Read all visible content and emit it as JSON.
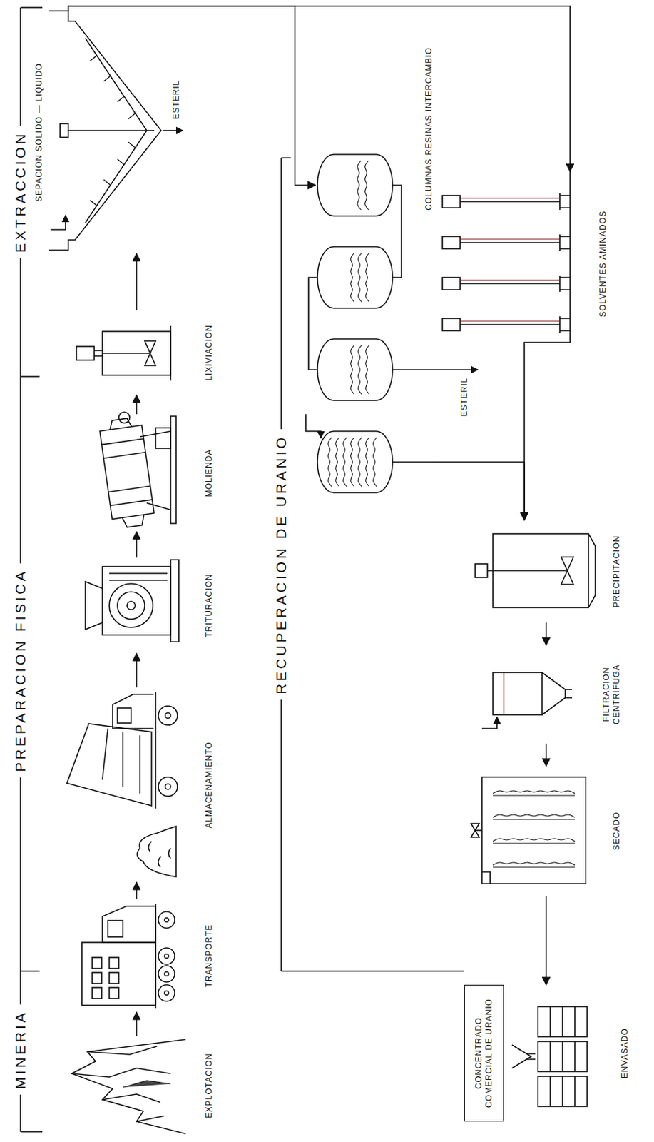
{
  "diagram": {
    "nodes": [
      {
        "text": [
          "EXPLOTACION"
        ]
      },
      {
        "text": [
          "TRANSPORTE"
        ]
      },
      {
        "text": [
          "ALMACENAMIENTO"
        ]
      },
      {
        "text": [
          "TRITURACION"
        ]
      },
      {
        "text": [
          "MOLIENDA"
        ]
      },
      {
        "text": [
          "LIXIVIACION"
        ]
      },
      {
        "text": [
          "SEPACION SOLIDO — LIQUIDO"
        ]
      },
      {
        "text": [
          "COLUMNAS RESINAS INTERCAMBIO"
        ]
      },
      {
        "text": [
          "SOLVENTES AMINADOS"
        ]
      },
      {
        "text": [
          "PRECIPITACION"
        ]
      },
      {
        "text": [
          "FILTRACION CENTRIFUGA"
        ]
      },
      {
        "text": [
          "SECADO"
        ]
      },
      {
        "text": [
          "CONCENTRADO COMERCIAL DE URANIO"
        ]
      },
      {
        "text": [
          "ENVASADO"
        ]
      }
    ],
    "edges": [
      {
        "from": 0,
        "to": 1,
        "arrow": "to"
      },
      {
        "from": 1,
        "to": 2,
        "arrow": "to"
      },
      {
        "from": 2,
        "to": 3,
        "arrow": "to"
      },
      {
        "from": 3,
        "to": 4,
        "arrow": "to"
      },
      {
        "from": 4,
        "to": 5,
        "arrow": "to"
      },
      {
        "from": 5,
        "to": 6,
        "arrow": "to"
      },
      {
        "from": 6,
        "to": 7,
        "arrow": "to"
      },
      {
        "from": 6,
        "to": 8,
        "arrow": "to"
      },
      {
        "from": 7,
        "to": 9,
        "arrow": "to"
      },
      {
        "from": 8,
        "to": 9,
        "arrow": "to"
      },
      {
        "from": 9,
        "to": 10,
        "arrow": "to"
      },
      {
        "from": 10,
        "to": 11,
        "arrow": "to"
      },
      {
        "from": 11,
        "to": 13,
        "arrow": "to"
      }
    ],
    "labels": [
      "MINERIA",
      "PREPARACION FISICA",
      "EXTRACCION",
      "ESTERIL",
      "RECUPERACION DE URANIO",
      "ESTERIL"
    ]
  }
}
